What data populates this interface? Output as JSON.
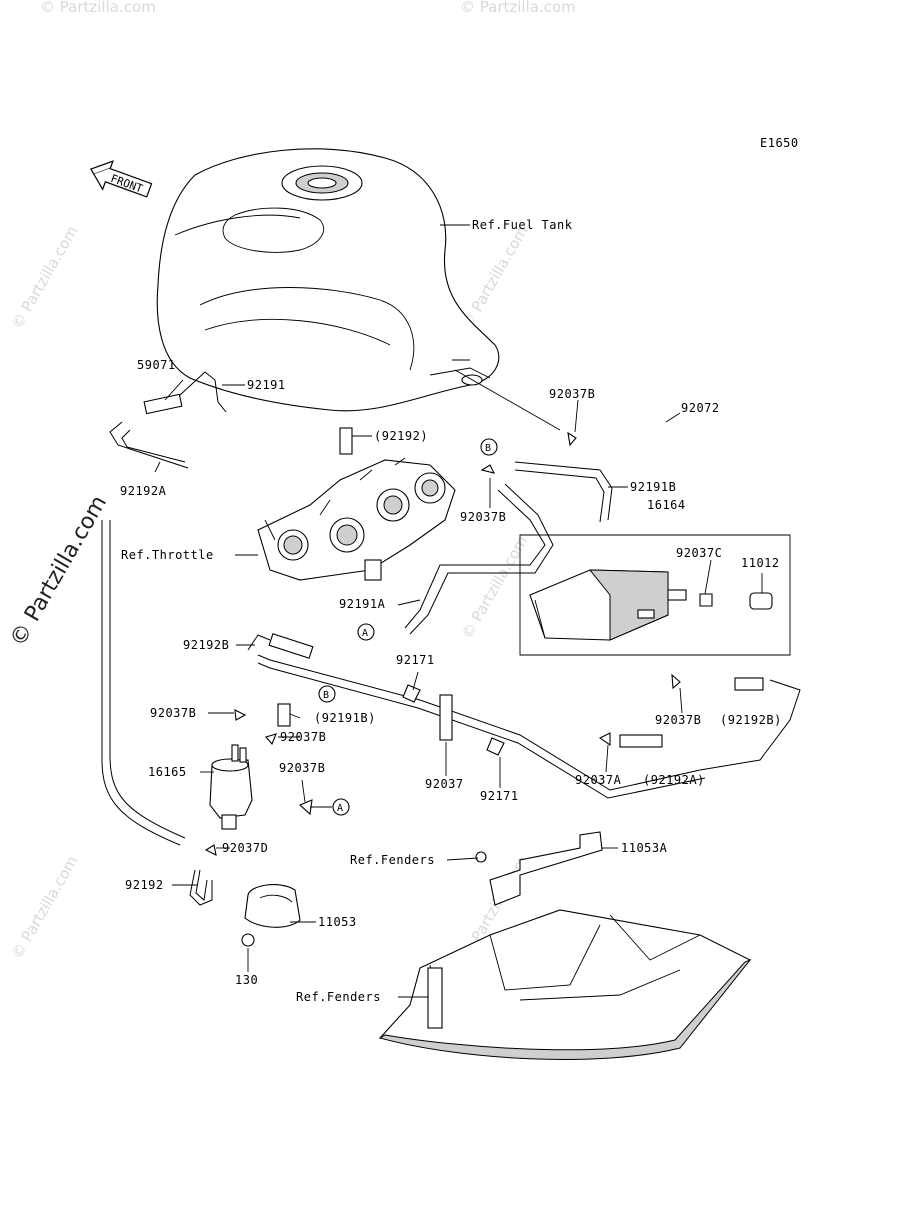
{
  "diagram": {
    "code": "E1650",
    "front_label": "FRONT",
    "watermark": "© Partzilla.com",
    "watermark_side": "© Partzilla.com",
    "callout_a": "A",
    "callout_b": "B"
  },
  "labels": {
    "ref_fuel_tank": "Ref.Fuel Tank",
    "ref_throttle": "Ref.Throttle",
    "ref_fenders_upper": "Ref.Fenders",
    "ref_fenders_lower": "Ref.Fenders",
    "p59071": "59071",
    "p92191": "92191",
    "p92192_paren": "(92192)",
    "p92192A": "92192A",
    "p92037B_top": "92037B",
    "p92072": "92072",
    "p92191B": "92191B",
    "p92037B_mid": "92037B",
    "p16164": "16164",
    "p92037C": "92037C",
    "p11012": "11012",
    "p92191A": "92191A",
    "p92192B": "92192B",
    "p92171_top": "92171",
    "p92037B_left": "92037B",
    "p92191B_paren": "(92191B)",
    "p92037B_left2": "92037B",
    "p16165": "16165",
    "p92037B_left3": "92037B",
    "p92037": "92037",
    "p92171_bot": "92171",
    "p92037B_right": "92037B",
    "p92192B_paren": "(92192B)",
    "p92037A": "92037A",
    "p92192A_paren": "(92192A)",
    "p92037D": "92037D",
    "p92192": "92192",
    "p11053A": "11053A",
    "p11053": "11053",
    "p130": "130"
  }
}
